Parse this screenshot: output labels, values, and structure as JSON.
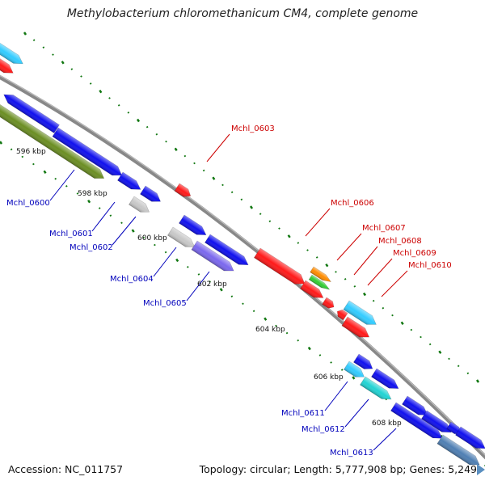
{
  "title": "Methylobacterium chloromethanicum CM4, complete genome",
  "footer": {
    "accession_label": "Accession:",
    "accession": "NC_011757",
    "topology_label": "Topology:",
    "topology": "circular;",
    "length_label": "Length:",
    "length": "5,777,908 bp;",
    "genes_label": "Genes:",
    "genes": "5,249"
  },
  "scale_labels": [
    "596 kbp",
    "598 kbp",
    "600 kbp",
    "602 kbp",
    "604 kbp",
    "606 kbp",
    "608 kbp"
  ],
  "gene_labels_forward": [
    "Mchl_0603",
    "Mchl_0606",
    "Mchl_0607",
    "Mchl_0608",
    "Mchl_0609",
    "Mchl_0610"
  ],
  "gene_labels_reverse": [
    "Mchl_0600",
    "Mchl_0601",
    "Mchl_0602",
    "Mchl_0604",
    "Mchl_0605",
    "Mchl_0611",
    "Mchl_0612",
    "Mchl_0613"
  ],
  "colors": {
    "forward_label": "#cc0000",
    "reverse_label": "#0000bb",
    "red_gene": "#ff1a1a",
    "blue_gene": "#1010ee",
    "cyan_gene": "#33ccff",
    "olive_gene": "#6b8e23",
    "gray_gene": "#c8c8c8",
    "purple_gene": "#7b68ee",
    "orange_gene": "#ff8c00",
    "green_gene": "#33cc33",
    "teal_gene": "#22d3d3",
    "steel_gene": "#4f7fb3",
    "backbone": "#888888",
    "tick": "#117711"
  }
}
